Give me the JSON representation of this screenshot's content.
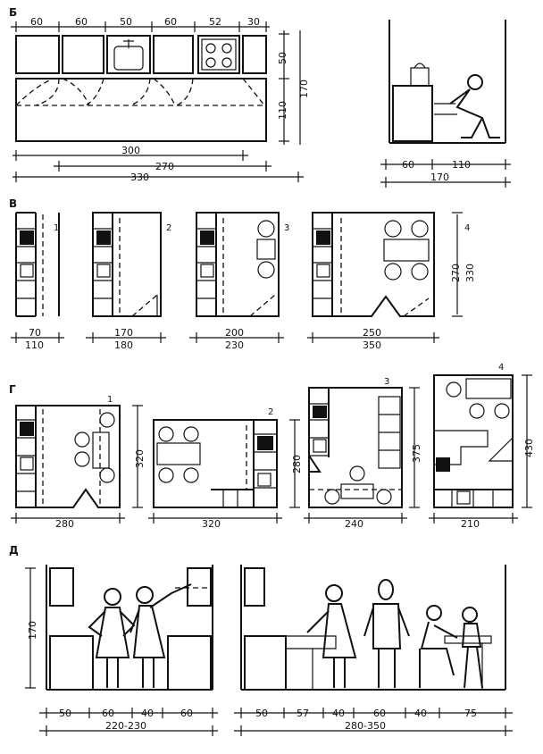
{
  "sections": {
    "b": {
      "letter": "Б",
      "top_dims": [
        "60",
        "60",
        "50",
        "60",
        "52",
        "30"
      ],
      "side_dims": [
        "50",
        "110",
        "170"
      ],
      "bottom_dims": [
        "300",
        "270",
        "330"
      ],
      "person_dims": [
        "60",
        "110",
        "170"
      ]
    },
    "v": {
      "letter": "В",
      "plans": [
        {
          "n": "1",
          "dim_top": "70",
          "dim_bottom": "110"
        },
        {
          "n": "2",
          "dim_top": "170",
          "dim_bottom": "180"
        },
        {
          "n": "3",
          "dim_top": "200",
          "dim_bottom": "230"
        },
        {
          "n": "4",
          "dim_top": "250",
          "dim_bottom": "350"
        }
      ],
      "side_dims": [
        "270",
        "330"
      ]
    },
    "g": {
      "letter": "Г",
      "plans": [
        {
          "n": "1",
          "width": "280",
          "height": "320"
        },
        {
          "n": "2",
          "width": "320",
          "height": "280"
        },
        {
          "n": "3",
          "width": "240",
          "height": "375"
        },
        {
          "n": "4",
          "width": "210",
          "height": "430"
        }
      ]
    },
    "d": {
      "letter": "Д",
      "height_dim": "170",
      "left_dims": [
        "50",
        "60",
        "40",
        "60"
      ],
      "left_total": "220-230",
      "right_dims": [
        "50",
        "57",
        "40",
        "60",
        "40",
        "75"
      ],
      "right_total": "280-350"
    }
  }
}
